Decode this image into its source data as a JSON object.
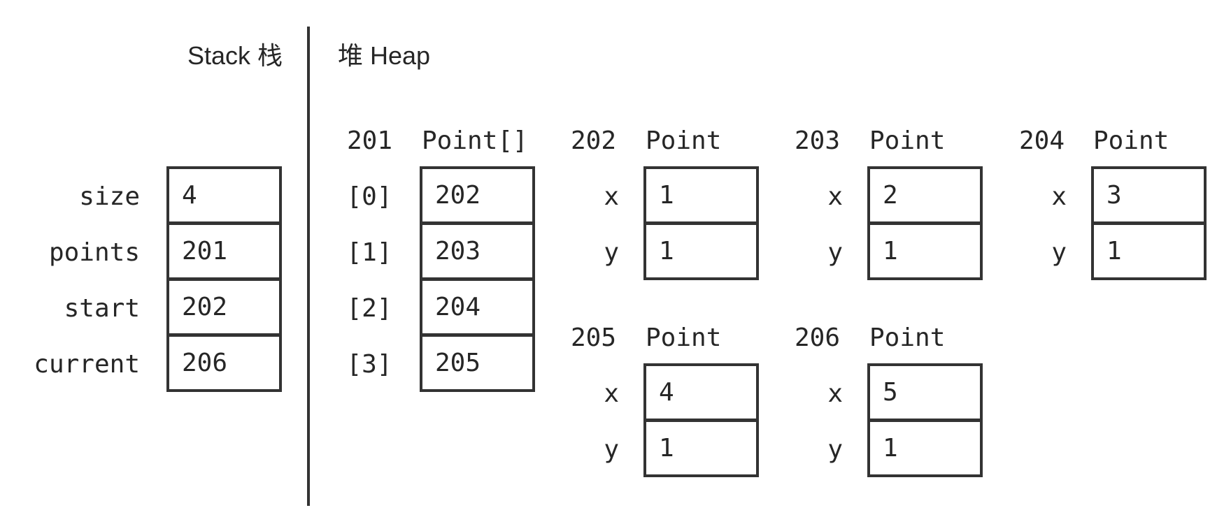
{
  "stack": {
    "title": "Stack 栈",
    "frame": [
      {
        "name": "size",
        "value": "4"
      },
      {
        "name": "points",
        "value": "201"
      },
      {
        "name": "start",
        "value": "202"
      },
      {
        "name": "current",
        "value": "206"
      }
    ]
  },
  "heap": {
    "title": "堆 Heap",
    "array": {
      "address": "201",
      "type": "Point[]",
      "elements": [
        {
          "index": "[0]",
          "value": "202"
        },
        {
          "index": "[1]",
          "value": "203"
        },
        {
          "index": "[2]",
          "value": "204"
        },
        {
          "index": "[3]",
          "value": "205"
        }
      ]
    },
    "objects": [
      {
        "address": "202",
        "type": "Point",
        "fields": [
          {
            "name": "x",
            "value": "1"
          },
          {
            "name": "y",
            "value": "1"
          }
        ]
      },
      {
        "address": "203",
        "type": "Point",
        "fields": [
          {
            "name": "x",
            "value": "2"
          },
          {
            "name": "y",
            "value": "1"
          }
        ]
      },
      {
        "address": "204",
        "type": "Point",
        "fields": [
          {
            "name": "x",
            "value": "3"
          },
          {
            "name": "y",
            "value": "1"
          }
        ]
      },
      {
        "address": "205",
        "type": "Point",
        "fields": [
          {
            "name": "x",
            "value": "4"
          },
          {
            "name": "y",
            "value": "1"
          }
        ]
      },
      {
        "address": "206",
        "type": "Point",
        "fields": [
          {
            "name": "x",
            "value": "5"
          },
          {
            "name": "y",
            "value": "1"
          }
        ]
      }
    ]
  }
}
